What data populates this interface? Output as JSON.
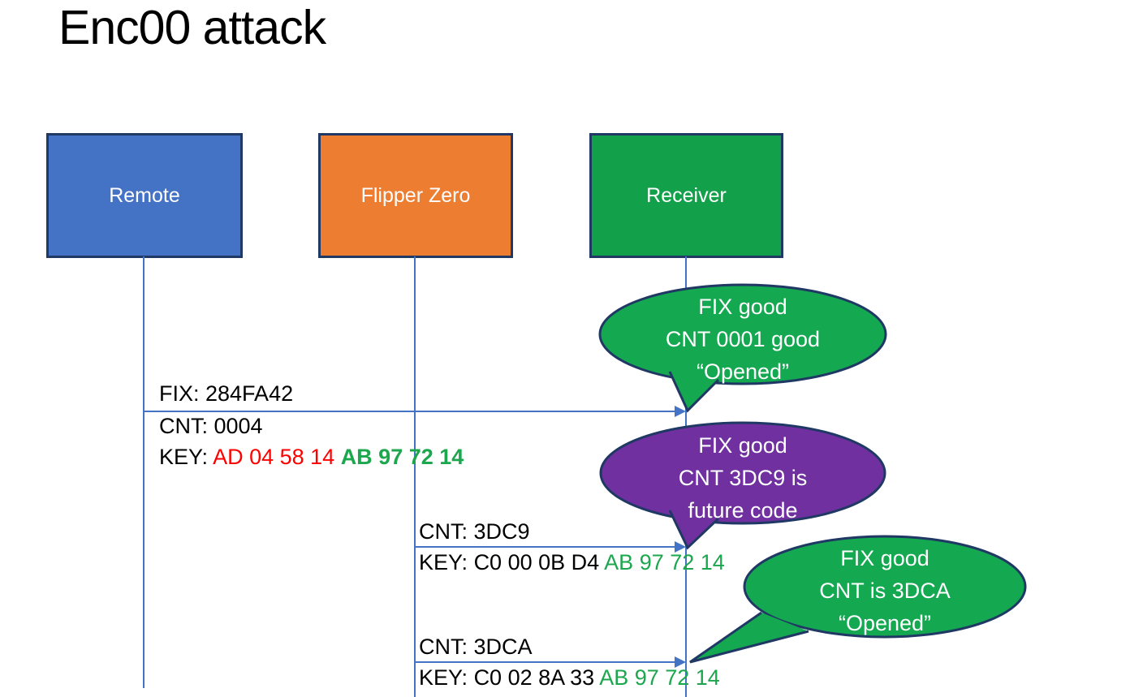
{
  "title": {
    "text": "Enc00 attack"
  },
  "actors": [
    {
      "id": "remote",
      "label": "Remote",
      "color": "#4472C4"
    },
    {
      "id": "flipper-zero",
      "label": "Flipper Zero",
      "color": "#ED7D31"
    },
    {
      "id": "receiver",
      "label": "Receiver",
      "color": "#12A04B"
    }
  ],
  "messages": [
    {
      "from": "Remote",
      "to": "Receiver",
      "above": "FIX: 284FA42",
      "below": "CNT: 0004",
      "key": {
        "prefix": "KEY:",
        "red_part": "AD 04 58 14",
        "green_part": "AB 97 72 14"
      },
      "key_colors": {
        "red_part": "#FF0000",
        "green_part": "#1CA64E"
      }
    },
    {
      "from": "Flipper Zero",
      "to": "Receiver",
      "above": "CNT: 3DC9",
      "key": {
        "prefix": "KEY:",
        "black_part": "C0 00 0B D4",
        "green_part": "AB 97 72 14"
      }
    },
    {
      "from": "Flipper Zero",
      "to": "Receiver",
      "above": "CNT: 3DCA",
      "key": {
        "prefix": "KEY:",
        "black_part": "C0 02 8A 33",
        "green_part": "AB 97 72 14"
      }
    }
  ],
  "bubbles": [
    {
      "speaker": "Receiver",
      "fill": "#14A851",
      "stroke": "#203864",
      "lines": [
        "FIX good",
        "CNT 0001 good",
        "“Opened”"
      ]
    },
    {
      "speaker": "Receiver",
      "fill": "#7030A0",
      "stroke": "#203864",
      "lines": [
        "FIX good",
        "CNT 3DC9 is",
        "future code"
      ]
    },
    {
      "speaker": "Receiver",
      "fill": "#14A851",
      "stroke": "#203864",
      "lines": [
        "FIX good",
        "CNT is 3DCA",
        "“Opened”"
      ]
    }
  ],
  "colors": {
    "lifeline_arrow": "#4472C4",
    "shape_border": "#203864",
    "background": "#FFFFFF"
  }
}
